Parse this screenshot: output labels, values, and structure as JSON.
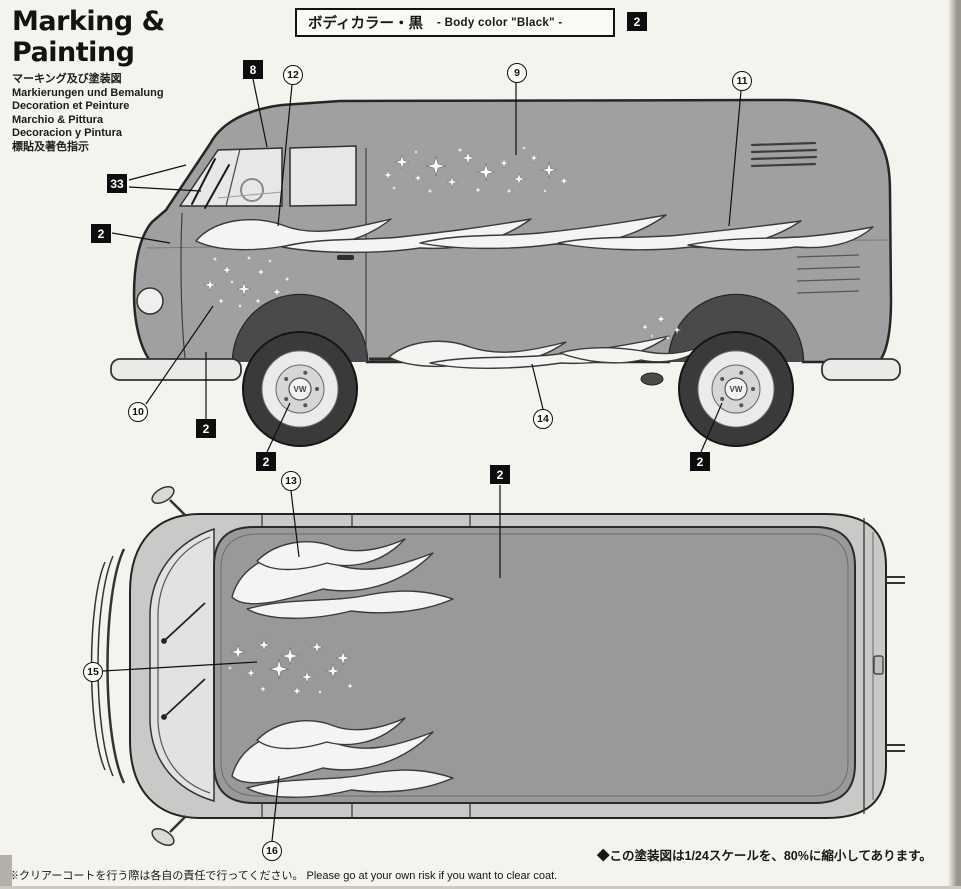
{
  "header": {
    "title": "Marking & Painting",
    "subtitles": [
      "マーキング及び塗装図",
      "Markierungen und Bemalung",
      "Decoration et Peinture",
      "Marchio & Pittura",
      "Decoracion y Pintura",
      "標貼及著色指示"
    ],
    "body_color": {
      "jp": "ボディカラー・黒",
      "en": "- Body color \"Black\" -",
      "paint_number": "2"
    }
  },
  "callouts": {
    "decal_8": "8",
    "decal_9": "9",
    "decal_10": "10",
    "decal_11": "11",
    "decal_12": "12",
    "decal_13": "13",
    "decal_14": "14",
    "decal_15": "15",
    "decal_16": "16",
    "part_33": "33",
    "paint_2": "2"
  },
  "side_view": {
    "wheel_logo": "VW"
  },
  "footer": {
    "scale_note": "◆この塗装図は1/24スケールを、80%に縮小してあります。",
    "caution_note": "※クリアーコートを行う際は各自の責任で行ってください。 Please go at your own risk if you want to clear coat."
  },
  "colors": {
    "body_gray": "#a0a0a0",
    "paper": "#f5f3ee",
    "callout_black": "#0d0d0d",
    "decal_white": "#f4f4f2"
  }
}
